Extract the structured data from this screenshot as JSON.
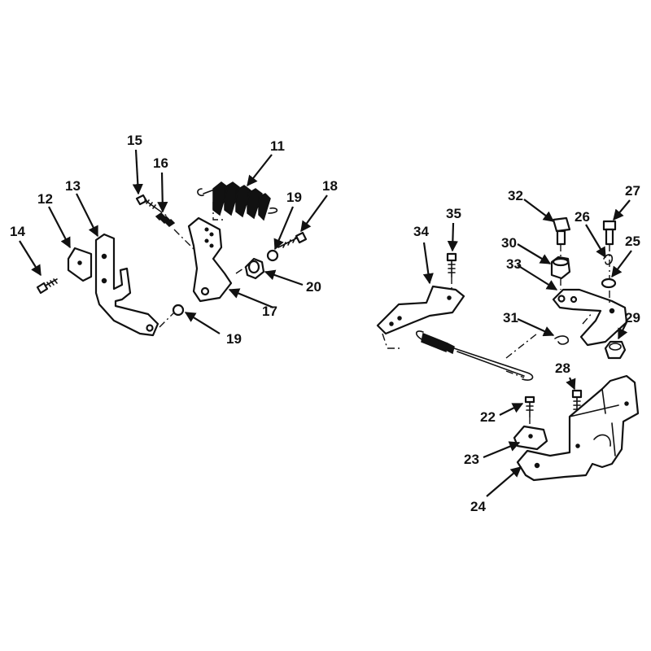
{
  "callouts": {
    "c11": "11",
    "c12": "12",
    "c13": "13",
    "c14": "14",
    "c15": "15",
    "c16": "16",
    "c17": "17",
    "c18": "18",
    "c19a": "19",
    "c19b": "19",
    "c20": "20",
    "c22": "22",
    "c23": "23",
    "c24": "24",
    "c25": "25",
    "c26": "26",
    "c27": "27",
    "c28": "28",
    "c29": "29",
    "c30": "30",
    "c31": "31",
    "c32": "32",
    "c33": "33",
    "c34": "34",
    "c35": "35"
  },
  "colors": {
    "ink": "#111111",
    "paper": "#ffffff"
  }
}
